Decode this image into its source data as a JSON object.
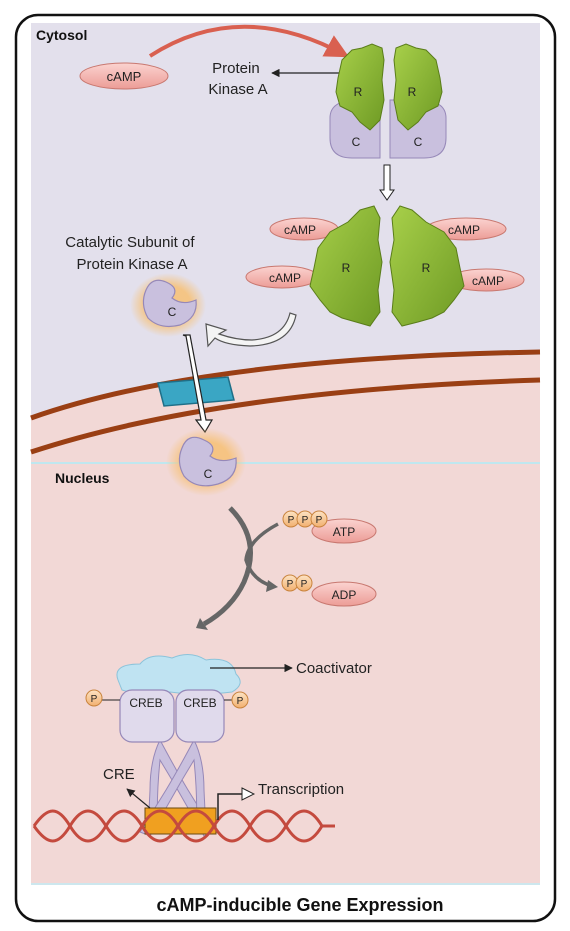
{
  "regions": {
    "cytosol": "Cytosol",
    "nucleus": "Nucleus"
  },
  "labels": {
    "pka": [
      "Protein",
      "Kinase A"
    ],
    "catalytic": [
      "Catalytic Subunit of",
      "Protein Kinase A"
    ],
    "coactivator": "Coactivator",
    "cre": "CRE",
    "transcription": "Transcription"
  },
  "molecules": {
    "camp": "cAMP",
    "atp": "ATP",
    "adp": "ADP",
    "phosphate": "P",
    "regulatory": "R",
    "catalytic": "C",
    "creb": "CREB"
  },
  "caption": "cAMP-inducible Gene Expression",
  "colors": {
    "cytosol_bg": "#e3e0ec",
    "nucleus_bg": "#f2d8d6",
    "pka_green": "#8dbb3a",
    "subunit_lavender": "#c9c0de",
    "camp_pink": "#f5b8b4",
    "phosphate_orange": "#f8cfa0",
    "membrane_brown": "#9a3f14",
    "channel_teal": "#3aa6c4",
    "dna_red": "#c44a3e",
    "cre_gold": "#f0a020",
    "coactivator_blue": "#bfe3f2"
  }
}
